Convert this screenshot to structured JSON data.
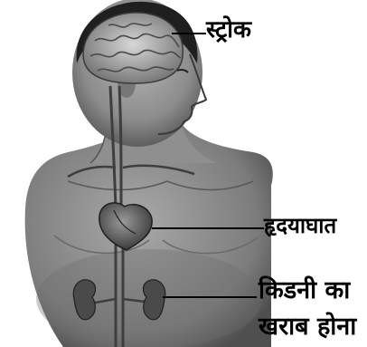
{
  "labels": {
    "stroke": "स्ट्रोक",
    "heart_attack": "हृदयाघात",
    "kidney_line1": "किडनी का",
    "kidney_line2": "खराब होना"
  },
  "colors": {
    "background": "#ffffff",
    "text": "#000000",
    "figure_base": "#8a8a8a",
    "organ_dark": "#3a3a3a"
  }
}
